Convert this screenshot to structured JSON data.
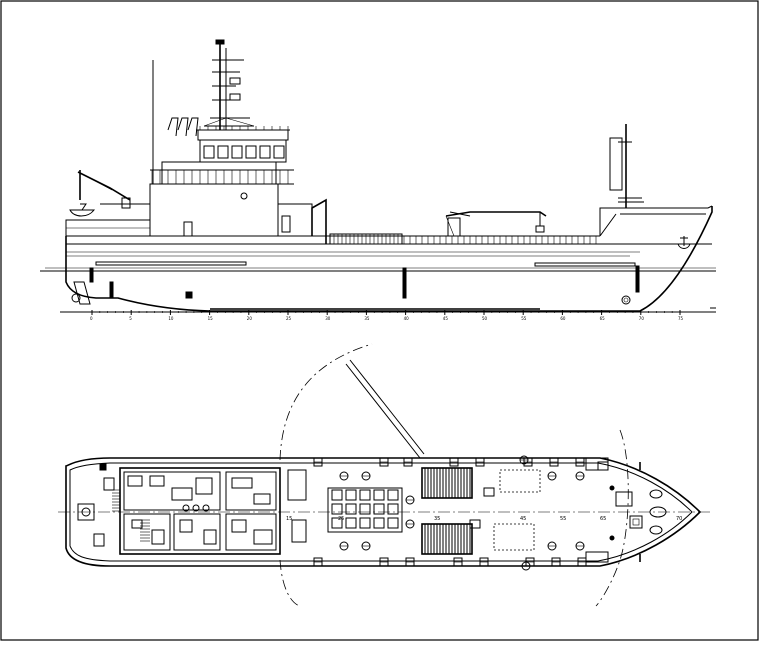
{
  "profile": {
    "scale_labels": [
      "0",
      "5",
      "10",
      "15",
      "20",
      "25",
      "30",
      "35",
      "40",
      "45",
      "50",
      "55",
      "60",
      "65",
      "70",
      "75"
    ]
  },
  "plan": {
    "frame_labels": [
      "15",
      "25",
      "35",
      "45",
      "55",
      "65",
      "70"
    ]
  }
}
